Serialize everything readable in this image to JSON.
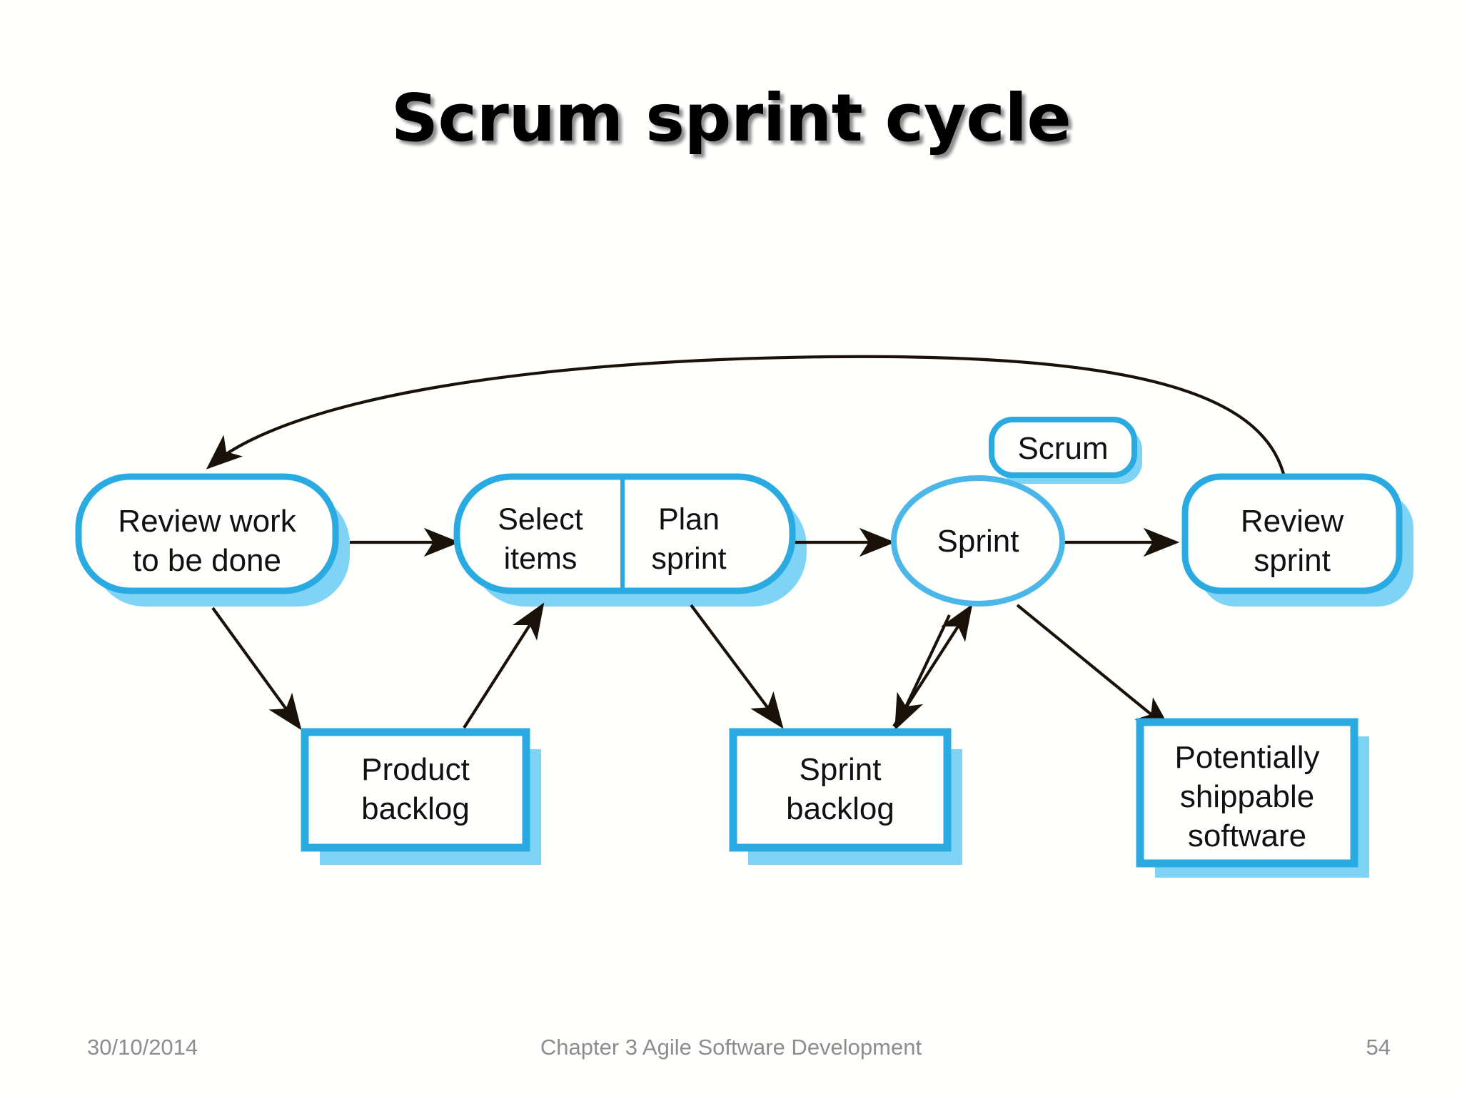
{
  "slide": {
    "title": "Scrum sprint cycle",
    "colors": {
      "border_blue": "#29ABE2",
      "shadow_blue": "#7FD4F5",
      "arrow_black": "#1a1208",
      "text_black": "#111111",
      "footer_gray": "#8d8d8d",
      "background": "#ffffff"
    }
  },
  "diagram": {
    "type": "flow-diagram",
    "nodes": [
      {
        "id": "review-work",
        "shape": "rounded-rect",
        "lines": [
          "Review work",
          "to be done"
        ]
      },
      {
        "id": "select-items",
        "shape": "pill-left",
        "lines": [
          "Select",
          "items"
        ]
      },
      {
        "id": "plan-sprint",
        "shape": "pill-right",
        "lines": [
          "Plan",
          "sprint"
        ]
      },
      {
        "id": "sprint",
        "shape": "ellipse",
        "lines": [
          "Sprint"
        ]
      },
      {
        "id": "scrum",
        "shape": "rounded-rect",
        "lines": [
          "Scrum"
        ]
      },
      {
        "id": "review-sprint",
        "shape": "rounded-rect",
        "lines": [
          "Review",
          "sprint"
        ]
      },
      {
        "id": "product-backlog",
        "shape": "rect",
        "lines": [
          "Product",
          "backlog"
        ]
      },
      {
        "id": "sprint-backlog",
        "shape": "rect",
        "lines": [
          "Sprint",
          "backlog"
        ]
      },
      {
        "id": "shippable-software",
        "shape": "rect",
        "lines": [
          "Potentially",
          "shippable",
          "software"
        ]
      }
    ],
    "edges": [
      {
        "from": "review-work",
        "to": "select-items",
        "style": "straight"
      },
      {
        "from": "plan-sprint",
        "to": "sprint",
        "style": "straight"
      },
      {
        "from": "sprint",
        "to": "review-sprint",
        "style": "straight"
      },
      {
        "from": "review-sprint",
        "to": "review-work",
        "style": "curved-feedback"
      },
      {
        "from": "review-work",
        "to": "product-backlog",
        "style": "diagonal"
      },
      {
        "from": "product-backlog",
        "to": "select-items",
        "style": "diagonal"
      },
      {
        "from": "plan-sprint",
        "to": "sprint-backlog",
        "style": "diagonal"
      },
      {
        "from": "sprint-backlog",
        "to": "sprint",
        "style": "diagonal"
      },
      {
        "from": "sprint",
        "to": "shippable-software",
        "style": "diagonal"
      }
    ]
  },
  "footer": {
    "date": "30/10/2014",
    "title": "Chapter 3 Agile Software Development",
    "page": "54"
  }
}
